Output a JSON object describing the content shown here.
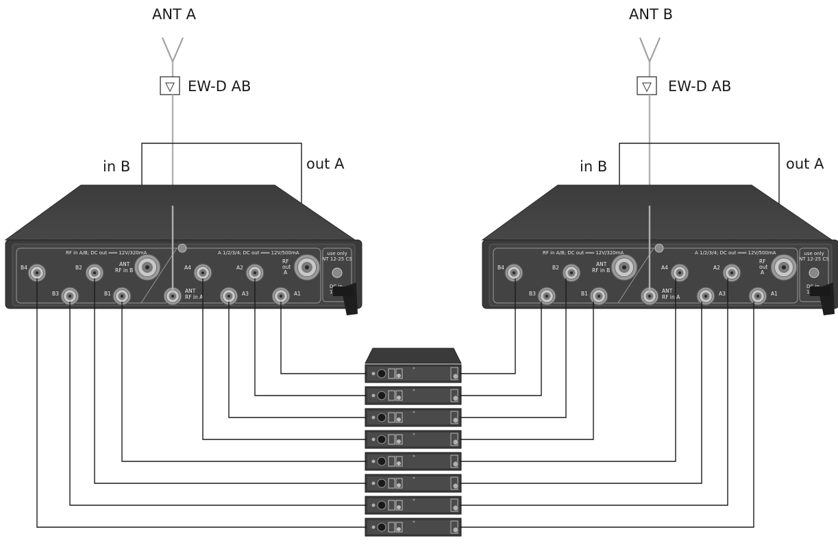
{
  "antennas": {
    "a": {
      "label": "ANT A",
      "booster": "EW-D AB",
      "booster_symbol": "▽"
    },
    "b": {
      "label": "ANT B",
      "booster": "EW-D AB",
      "booster_symbol": "▽"
    }
  },
  "splitter_left": {
    "in_label": "in B",
    "out_label": "out A",
    "rf_b_header": "RF in A/B; DC out ═══ 12V/320mA",
    "rf_a_header": "A 1/2/3/4; DC out ═══ 12V/500mA",
    "ports": {
      "b4": "B4",
      "b3": "B3",
      "b2": "B2",
      "b1": "B1",
      "ant_b": "ANT",
      "rf_in_b": "RF in B",
      "a4": "A4",
      "a3": "A3",
      "a2": "A2",
      "a1": "A1",
      "ant_a": "ANT",
      "rf_in_a": "RF in A",
      "rf_out": "RF",
      "rf_out2": "out",
      "rf_out3": "A"
    },
    "power": {
      "use": "use only",
      "nt": "NT 12-25 CS",
      "dc": "DC in",
      "dc2": "12V/5A"
    }
  },
  "splitter_right": {
    "in_label": "in  B",
    "out_label": "out A",
    "rf_b_header": "RF in A/B; DC out ═══ 12V/320mA",
    "rf_a_header": "A 1/2/3/4; DC out ═══ 12V/500mA",
    "ports": {
      "b4": "B4",
      "b3": "B3",
      "b2": "B2",
      "b1": "B1",
      "ant_b": "ANT",
      "rf_in_b": "RF in B",
      "a4": "A4",
      "a3": "A3",
      "a2": "A2",
      "a1": "A1",
      "ant_a": "ANT",
      "rf_in_a": "RF in A",
      "rf_out": "RF",
      "rf_out2": "out",
      "rf_out3": "A"
    },
    "power": {
      "use": "use only",
      "nt": "NT 12-25 CS",
      "dc": "DC in",
      "dc2": "12V/5A"
    }
  },
  "receiver_stack": {
    "count": 8
  }
}
